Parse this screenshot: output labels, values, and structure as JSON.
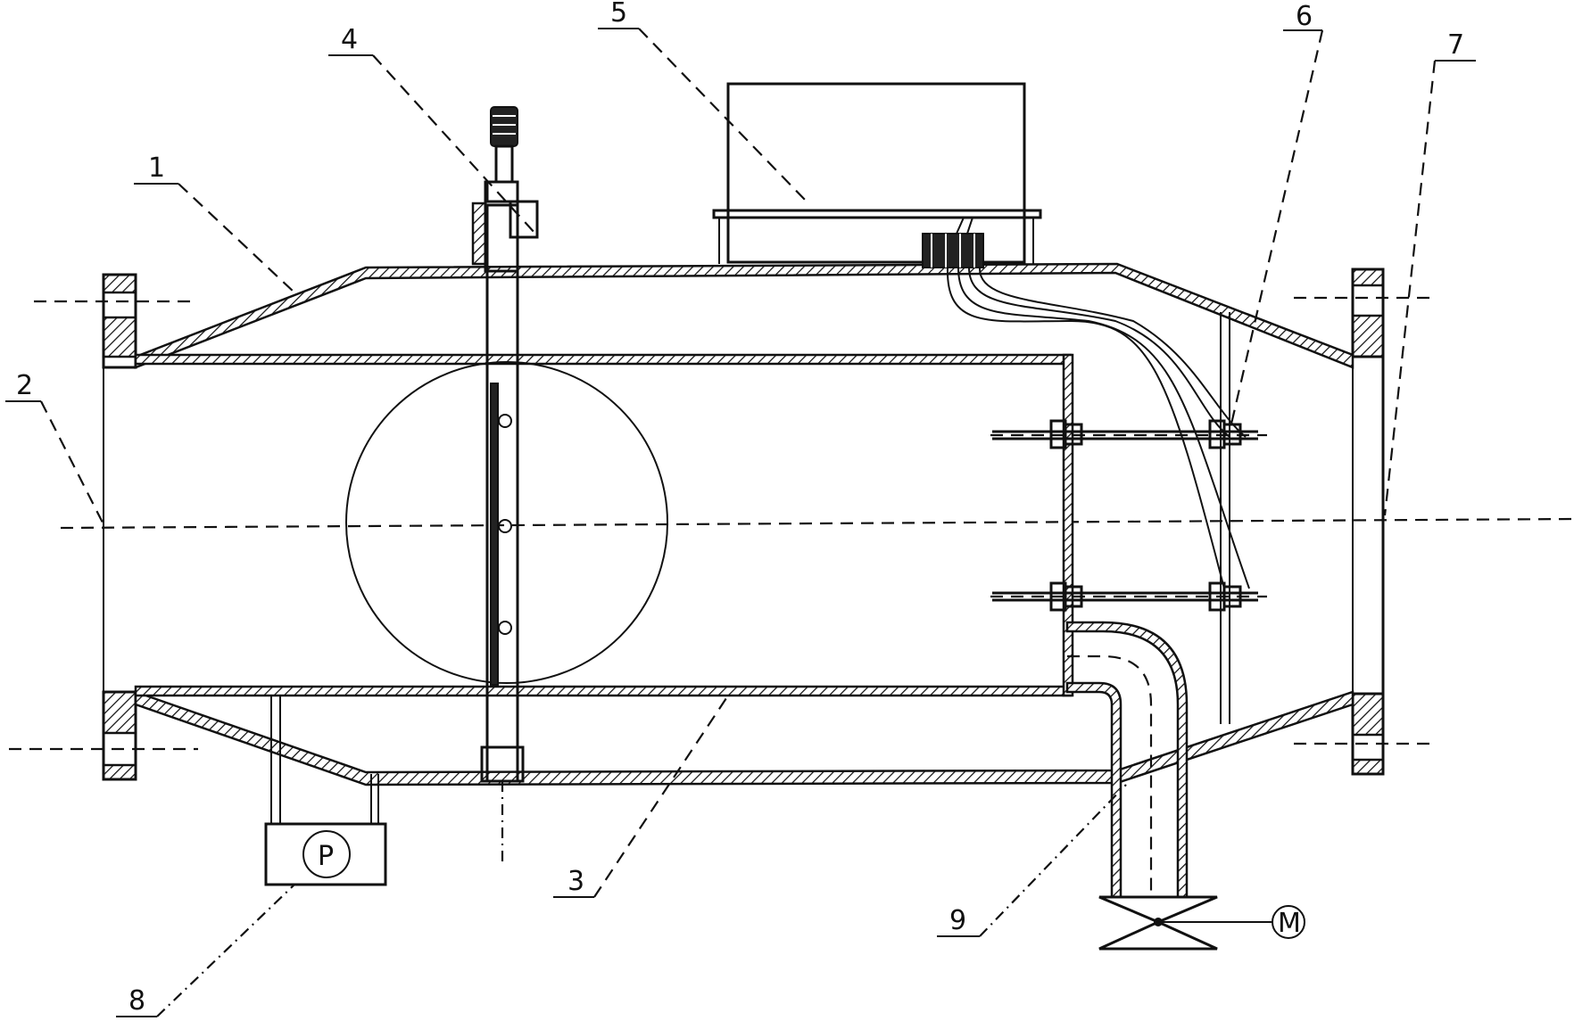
{
  "diagram": {
    "labels": {
      "l1": "1",
      "l2": "2",
      "l3": "3",
      "l4": "4",
      "l5": "5",
      "l6": "6",
      "l7": "7",
      "l8": "8",
      "l9": "9"
    },
    "symbols": {
      "pump": "P",
      "motor": "M"
    }
  }
}
